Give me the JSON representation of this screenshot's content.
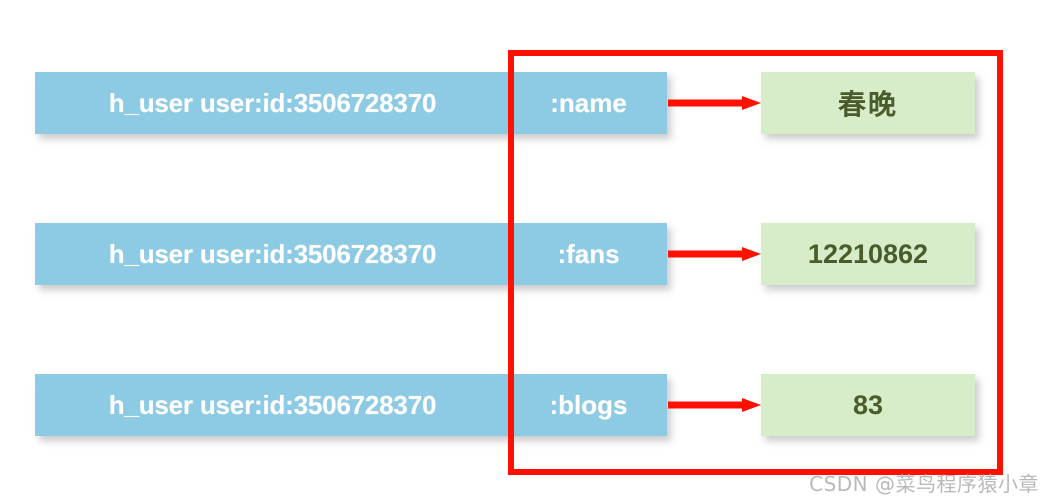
{
  "diagram": {
    "title_hidden": "",
    "colors": {
      "key_bar": "#8dcae3",
      "value_box": "#d7ecc9",
      "value_text": "#4a5c2c",
      "highlight_rect": "#fe1100",
      "arrow": "#fe1100",
      "key_text": "#ffffff",
      "background": "#ffffff",
      "watermark": "#b9b9b9"
    },
    "rows": [
      {
        "key": "h_user user:id:3506728370",
        "field": ":name",
        "value": "春晚",
        "value_is_cjk": true
      },
      {
        "key": "h_user user:id:3506728370",
        "field": ":fans",
        "value": "12210862",
        "value_is_cjk": false
      },
      {
        "key": "h_user user:id:3506728370",
        "field": ":blogs",
        "value": "83",
        "value_is_cjk": false
      }
    ],
    "annotation": {
      "type": "rectangle-highlight",
      "color": "#fe1100"
    },
    "watermark": "CSDN @菜鸟程序猿小章"
  }
}
